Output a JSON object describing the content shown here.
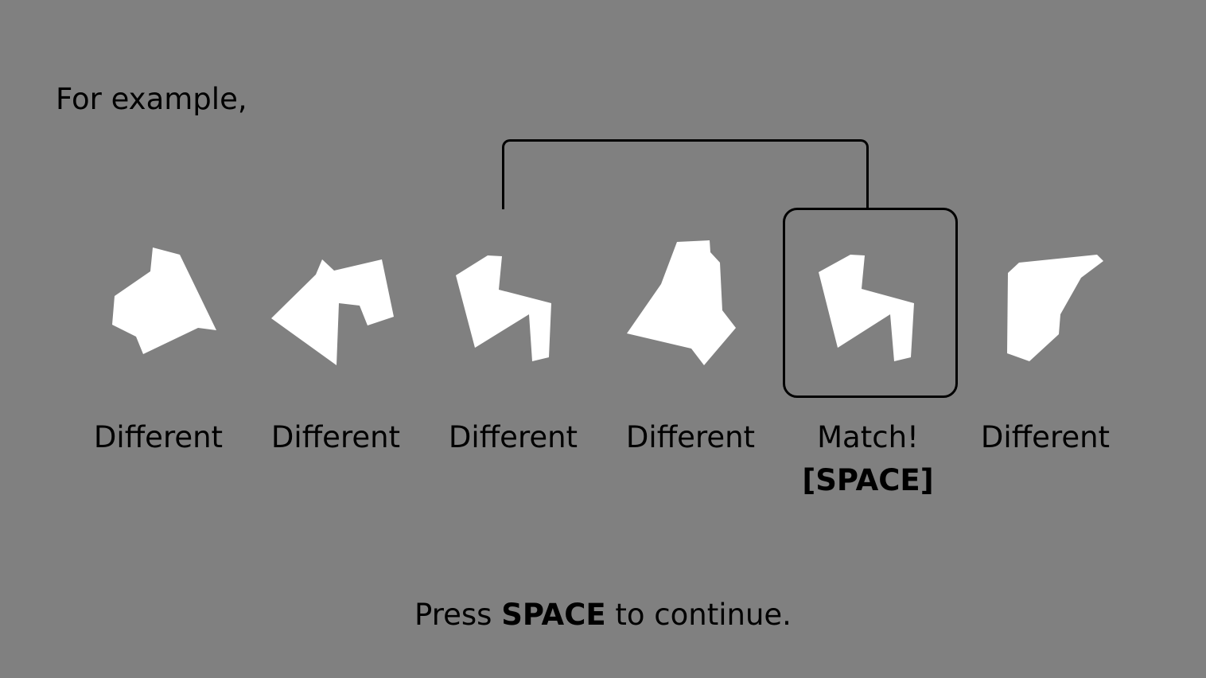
{
  "instructions": {
    "intro": "For example,",
    "footer_prefix": "Press",
    "footer_key": "SPACE",
    "footer_suffix": "to continue."
  },
  "trials": [
    {
      "label": "Different"
    },
    {
      "label": "Different"
    },
    {
      "label": "Different"
    },
    {
      "label": "Different"
    },
    {
      "label": "Match!",
      "key": "[SPACE]"
    },
    {
      "label": "Different"
    }
  ],
  "colors": {
    "background": "#808080",
    "shape_fill": "#ffffff",
    "outline": "#000000"
  }
}
